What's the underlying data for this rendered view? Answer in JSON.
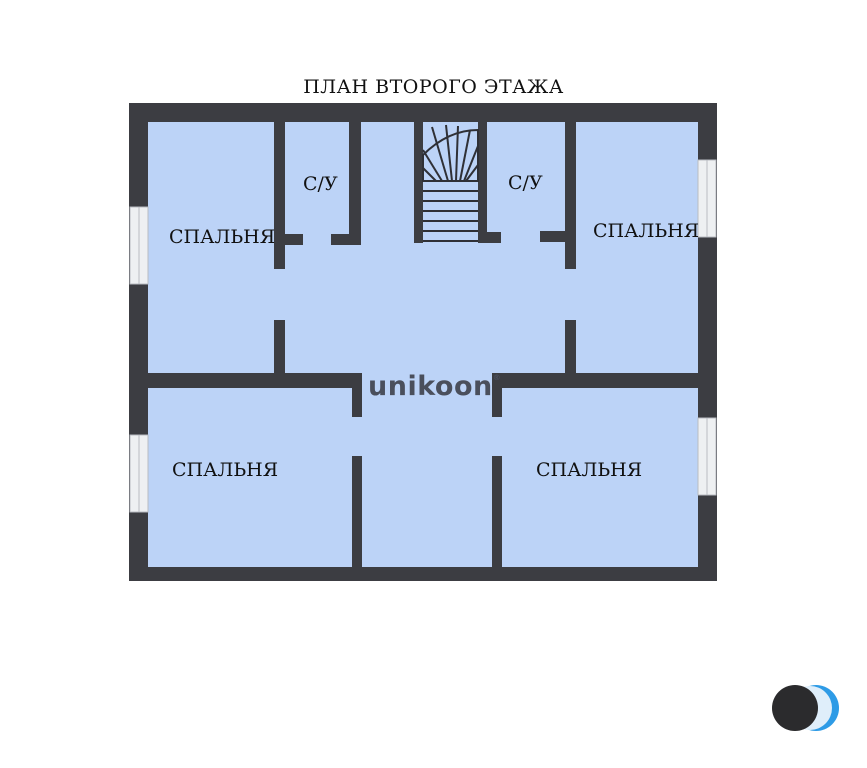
{
  "title": "ПЛАН ВТОРОГО ЭТАЖА",
  "rooms": {
    "bedroom_top_left": "СПАЛЬНЯ",
    "bathroom_left": "С/У",
    "bathroom_right": "С/У",
    "bedroom_top_right": "СПАЛЬНЯ",
    "bedroom_bottom_left": "СПАЛЬНЯ",
    "bedroom_bottom_right": "СПАЛЬНЯ"
  },
  "watermark": {
    "text": "unikoon"
  },
  "colors": {
    "floor": "#bcd3f7",
    "wall": "#3c3d42",
    "window": "#eef0f2",
    "logo": "#4a4f5c",
    "accent_blue": "#2e9be6"
  },
  "icons": [
    "staircase-icon",
    "brand-circles-icon"
  ]
}
